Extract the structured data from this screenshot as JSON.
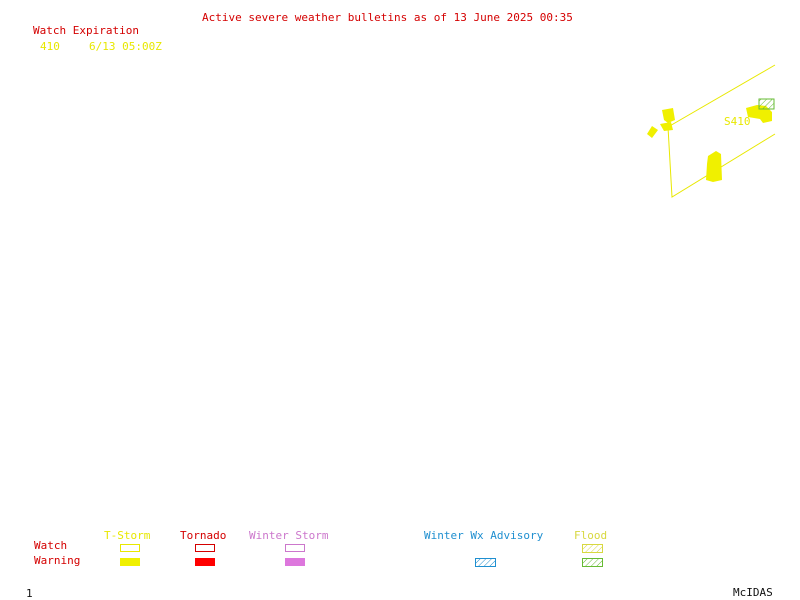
{
  "header": {
    "title": "Active severe weather bulletins as of 13 June 2025 00:35"
  },
  "expiration": {
    "heading": "Watch Expiration",
    "rows": [
      {
        "watch": "410",
        "time": "6/13 05:00Z"
      }
    ]
  },
  "map": {
    "watch_label": "S410"
  },
  "legend": {
    "row_labels": {
      "watch": "Watch",
      "warning": "Warning"
    },
    "categories": [
      {
        "label": "T-Storm",
        "color": "#e8e800"
      },
      {
        "label": "Tornado",
        "color": "#ff0000"
      },
      {
        "label": "Winter Storm",
        "color": "#cc77cc"
      },
      {
        "label": "Winter Wx Advisory",
        "color": "#1f8fd0"
      },
      {
        "label": "Flood",
        "color": "#c8c840"
      }
    ]
  },
  "footer": {
    "frame_number": "1",
    "software": "McIDAS"
  }
}
